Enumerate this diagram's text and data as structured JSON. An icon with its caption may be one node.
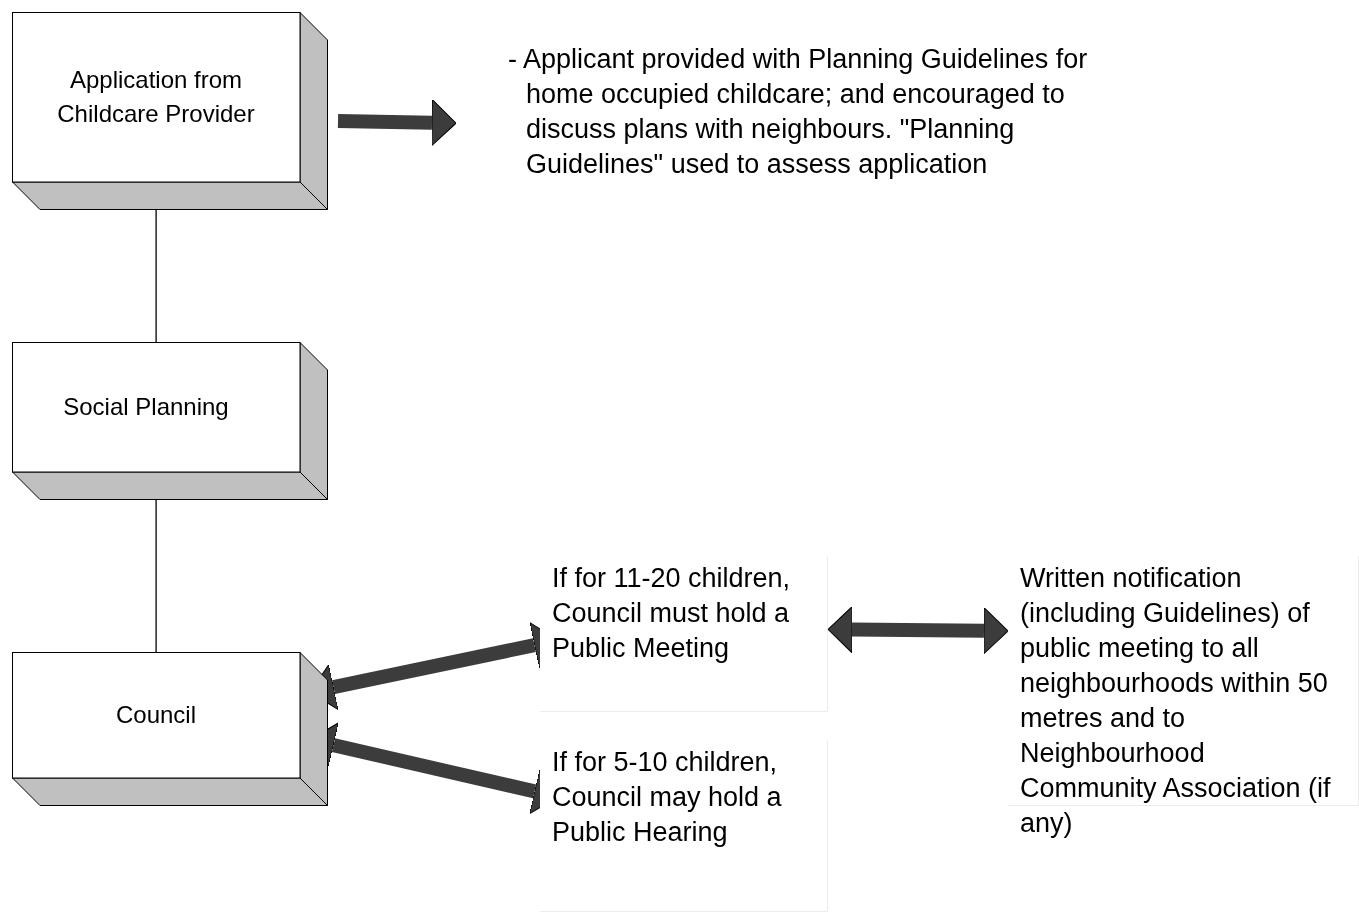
{
  "diagram": {
    "nodes": [
      {
        "text": [
          "Application from Childcare Provider"
        ]
      },
      {
        "text": [
          "- Applicant provided with Planning Guidelines for home occupied childcare; and encouraged to discuss plans with neighbours.  \"Planning Guidelines\" used to assess application"
        ]
      },
      {
        "text": [
          "Social Planning"
        ]
      },
      {
        "text": [
          "Council"
        ]
      },
      {
        "text": [
          "If for 11-20 children, Council must hold a Public Meeting"
        ]
      },
      {
        "text": [
          "If for 5-10 children, Council may hold a Public Hearing"
        ]
      },
      {
        "text": [
          "Written notification (including Guidelines) of public meeting to all neighbourhoods within 50 metres and to Neighbourhood Community Association (if any)"
        ]
      }
    ],
    "edges": [
      {
        "from": 0,
        "to": 1,
        "arrow": "to"
      },
      {
        "from": 0,
        "to": 2,
        "arrow": "none"
      },
      {
        "from": 2,
        "to": 3,
        "arrow": "none"
      },
      {
        "from": 3,
        "to": 4,
        "arrow": "both"
      },
      {
        "from": 3,
        "to": 5,
        "arrow": "both"
      },
      {
        "from": 4,
        "to": 6,
        "arrow": "both"
      }
    ]
  }
}
